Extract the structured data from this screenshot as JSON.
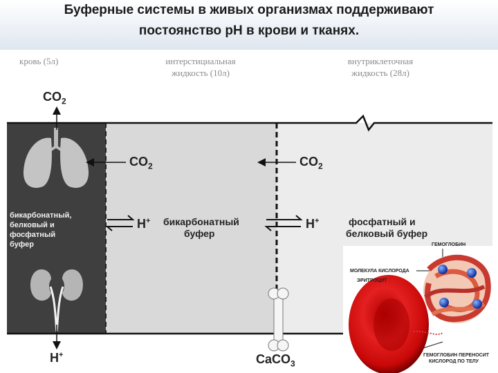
{
  "title": {
    "line1": "Буферные системы в живых организмах поддерживают",
    "line2": "постоянство рН в крови и тканях."
  },
  "compartments": {
    "blood": "кровь (5л)",
    "interstitial_1": "интерстициальная",
    "interstitial_2": "жидкость (10л)",
    "intracellular_1": "внутриклеточная",
    "intracellular_2": "жидкость (28л)"
  },
  "species": {
    "co2_main": "CO",
    "co2_sub": "2",
    "h_main": "H",
    "h_sup": "+",
    "caco3_pre": "CaCO",
    "caco3_sub": "3"
  },
  "labels": {
    "blood_buffers": [
      "бикарбонатный,",
      "белковый и",
      "фосфатный",
      "буфер"
    ],
    "interstitial_buffer": [
      "бикарбонатный",
      "буфер"
    ],
    "intracellular_buffer": [
      "фосфатный и",
      "белковый буфер"
    ]
  },
  "inset": {
    "hemoglobin": "ГЕМОГЛОБИН",
    "oxygen_molecule": "МОЛЕКУЛА КИСЛОРОДА",
    "erythrocyte": "ЭРИТРОЦИТ",
    "carries_1": "ГЕМОГЛОБИН ПЕРЕНОСИТ",
    "carries_2": "КИСЛОРОД ПО ТЕЛУ"
  },
  "icons": [
    "lungs-icon",
    "kidneys-icon",
    "bone-icon",
    "erythrocyte-icon",
    "hemoglobin-molecule-icon"
  ],
  "colors": {
    "blood_zone": "#3f3f3f",
    "interstitial_zone": "#d9d9d9",
    "intracellular_zone": "#ececec",
    "title_band": "#dfe6f0",
    "erythrocyte": "#d01010"
  }
}
